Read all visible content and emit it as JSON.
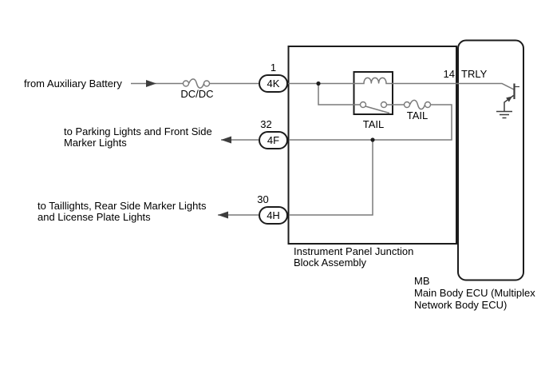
{
  "colors": {
    "background": "#ffffff",
    "wire": "#7a7a7a",
    "outline": "#1c1c1c",
    "symbol": "#3d3d3d",
    "text": "#000000"
  },
  "diagram": {
    "source": {
      "label": "from Auxiliary Battery"
    },
    "fuses": {
      "dcdc": "DC/DC",
      "tail": "TAIL"
    },
    "relay": {
      "label": "TAIL"
    },
    "connector_in": {
      "pin": "1",
      "code": "4K"
    },
    "connector_parking": {
      "pin": "32",
      "code": "4F",
      "dest_line1": "to Parking Lights and Front Side",
      "dest_line2": "Marker Lights"
    },
    "connector_taillight": {
      "pin": "30",
      "code": "4H",
      "dest_line1": "to Taillights, Rear Side Marker Lights",
      "dest_line2": "and License Plate Lights"
    },
    "ecu_pin": {
      "number": "14",
      "name": "TRLY"
    },
    "junction_block": {
      "label_line1": "Instrument Panel Junction",
      "label_line2": "Block Assembly"
    },
    "main_body_ecu": {
      "code": "MB",
      "name_line1": "Main Body ECU (Multiplex",
      "name_line2": "Network Body ECU)"
    }
  }
}
